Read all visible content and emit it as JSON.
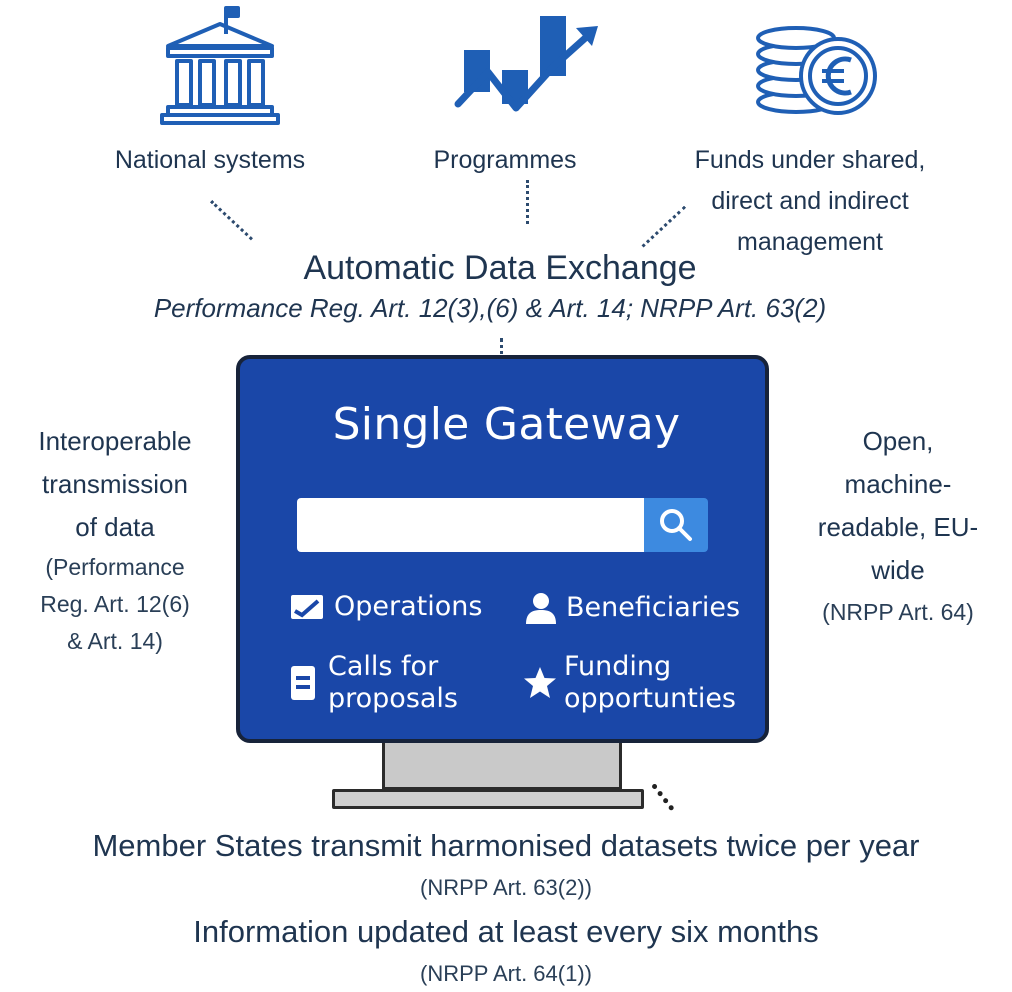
{
  "top": {
    "national": "National systems",
    "programmes": "Programmes",
    "funds_lines": [
      "Funds under shared,",
      "direct and indirect",
      "management"
    ]
  },
  "exchange": {
    "title": "Automatic Data Exchange",
    "subtitle": "Performance Reg. Art. 12(3),(6) & Art. 14; NRPP Art. 63(2)"
  },
  "gateway": {
    "title": "Single Gateway",
    "search_placeholder": "",
    "items": [
      {
        "label_lines": [
          "Operations"
        ]
      },
      {
        "label_lines": [
          "Beneficiaries"
        ]
      },
      {
        "label_lines": [
          "Calls for",
          "proposals"
        ]
      },
      {
        "label_lines": [
          "Funding",
          "opportunties"
        ]
      }
    ]
  },
  "left": {
    "lines": [
      "Interoperable",
      "transmission",
      "of data"
    ],
    "ref_lines": [
      "(Performance",
      "Reg. Art. 12(6)",
      "& Art. 14)"
    ]
  },
  "right": {
    "lines": [
      "Open,",
      "machine-",
      "readable, EU-",
      "wide"
    ],
    "ref": "(NRPP Art. 64)"
  },
  "bottom": {
    "line1": "Member States transmit harmonised datasets twice per year",
    "ref1": "(NRPP Art. 63(2))",
    "line2": "Information updated at least every six months",
    "ref2": "(NRPP Art. 64(1))"
  },
  "colors": {
    "text": "#1f3550",
    "icon_blue": "#1f5fb5",
    "screen": "#1a47a8",
    "search_button": "#3d8ae0"
  },
  "icons": [
    "government-building-icon",
    "growth-chart-icon",
    "euro-coins-icon",
    "search-icon",
    "check-icon",
    "person-icon",
    "document-icon",
    "star-icon"
  ]
}
